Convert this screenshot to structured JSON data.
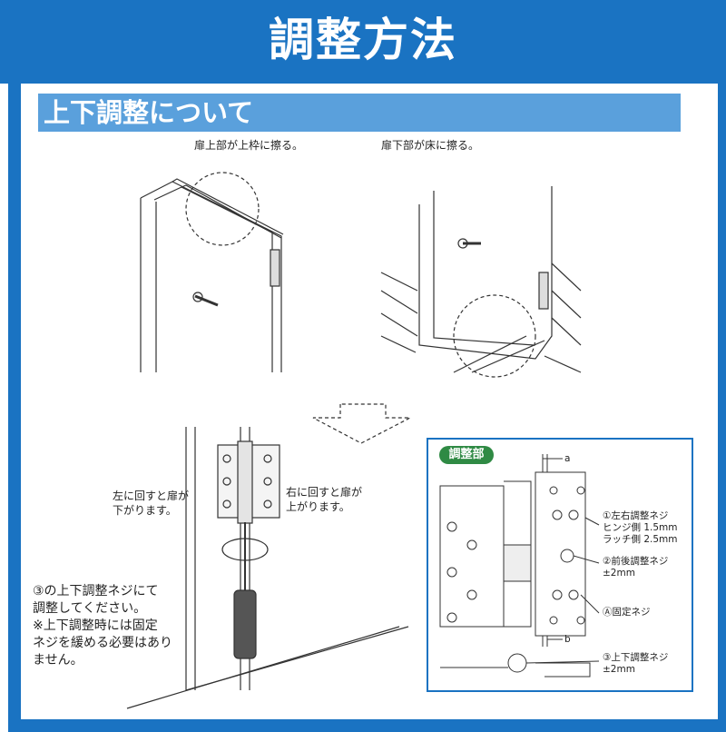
{
  "header": {
    "title": "調整方法"
  },
  "section": {
    "title": "上下調整について"
  },
  "captions": {
    "top_left": "扉上部が上枠に擦る。",
    "top_right": "扉下部が床に擦る。",
    "rotate_left": [
      "左に回すと扉が",
      "下がります。"
    ],
    "rotate_right": [
      "右に回すと扉が",
      "上がります。"
    ]
  },
  "instruction": {
    "lines": [
      "③の上下調整ネジにて",
      "調整してください。",
      "※上下調整時には固定",
      "ネジを緩める必要はあり",
      "ません。"
    ]
  },
  "adjustment": {
    "badge": "調整部",
    "a": "a",
    "b": "b",
    "item1": [
      "①左右調整ネジ",
      "ヒンジ側 1.5mm",
      "ラッチ側 2.5mm"
    ],
    "item2": [
      "②前後調整ネジ",
      "±2mm"
    ],
    "itemA": "Ⓐ固定ネジ",
    "item3": [
      "③上下調整ネジ",
      "±2mm"
    ]
  },
  "colors": {
    "brand_blue": "#1a73c2",
    "section_blue": "#5aa0dc",
    "badge_green": "#2f8a44"
  }
}
